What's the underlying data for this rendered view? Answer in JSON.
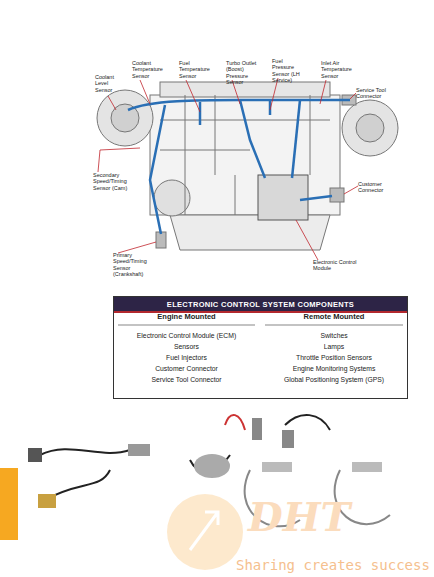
{
  "diagram": {
    "nodes": [
      {
        "text": [
          "ELECTRONIC CONTROL SYSTEM COMPONENTS"
        ]
      }
    ],
    "labels": [
      "Coolant Level Sensor",
      "Coolant Temperature Sensor",
      "Fuel Temperature Sensor",
      "Turbo Outlet (Boost) Pressure Sensor",
      "Fuel Pressure Sensor (LH Service)",
      "Inlet Air Temperature Sensor",
      "Service Tool Connector",
      "Secondary Speed/Timing Sensor (Cam)",
      "Customer Connector",
      "Primary Speed/Timing Sensor (Crankshaft)",
      "Electronic Control Module",
      "Engine Mounted",
      "Remote Mounted",
      "Electronic Control Module (ECM)",
      "Sensors",
      "Fuel Injectors",
      "Customer Connector",
      "Service Tool Connector",
      "Switches",
      "Lamps",
      "Throttle Position Sensors",
      "Engine Monitoring Systems",
      "Global Positioning System (GPS)",
      "DHT",
      "Sharing creates success"
    ]
  }
}
